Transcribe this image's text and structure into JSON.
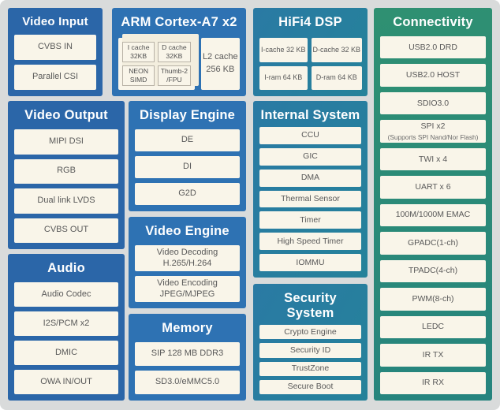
{
  "diagram_title": "SoC block diagram",
  "colors": {
    "canvas_bg": "#d9dbdb",
    "panel_blue_dark": "#2b66a8",
    "panel_blue": "#2e72b3",
    "panel_teal": "#25829a",
    "panel_green_top": "#2f9072",
    "panel_green_bottom": "#26847e",
    "block_bg": "#f9f5e9",
    "block_text": "#595959",
    "title_text": "#ffffff"
  },
  "video_input": {
    "title": "Video Input",
    "items": [
      "CVBS IN",
      "Parallel CSI"
    ]
  },
  "arm": {
    "title": "ARM Cortex-A7 x2",
    "caches": [
      {
        "l1": "I cache",
        "l2": "32KB"
      },
      {
        "l1": "D cache",
        "l2": "32KB"
      },
      {
        "l1": "NEON",
        "l2": "SIMD"
      },
      {
        "l1": "Thumb-2",
        "l2": "/FPU"
      }
    ],
    "l2cache": {
      "l1": "L2 cache",
      "l2": "256 KB"
    }
  },
  "hifi": {
    "title": "HiFi4 DSP",
    "items": [
      "I-cache 32 KB",
      "D-cache 32 KB",
      "I-ram 64 KB",
      "D-ram 64 KB"
    ]
  },
  "connectivity": {
    "title": "Connectivity",
    "items_top": [
      "USB2.0 DRD",
      "USB2.0 HOST",
      "SDIO3.0"
    ],
    "spi": {
      "l1": "SPI x2",
      "l2": "(Supports SPI Nand/Nor Flash)"
    },
    "items_bottom": [
      "TWI x 4",
      "UART x 6",
      "100M/1000M EMAC",
      "GPADC(1-ch)",
      "TPADC(4-ch)",
      "PWM(8-ch)",
      "LEDC",
      "IR TX",
      "IR RX"
    ]
  },
  "video_output": {
    "title": "Video Output",
    "items": [
      "MIPI DSI",
      "RGB",
      "Dual link LVDS",
      "CVBS OUT"
    ]
  },
  "display_engine": {
    "title": "Display Engine",
    "items": [
      "DE",
      "DI",
      "G2D"
    ]
  },
  "internal_system": {
    "title": "Internal System",
    "items": [
      "CCU",
      "GIC",
      "DMA",
      "Thermal Sensor",
      "Timer",
      "High Speed Timer",
      "IOMMU"
    ]
  },
  "audio": {
    "title": "Audio",
    "items": [
      "Audio Codec",
      "I2S/PCM x2",
      "DMIC",
      "OWA IN/OUT"
    ]
  },
  "video_engine": {
    "title": "Video Engine",
    "items": [
      {
        "l1": "Video Decoding",
        "l2": "H.265/H.264"
      },
      {
        "l1": "Video Encoding",
        "l2": "JPEG/MJPEG"
      }
    ]
  },
  "memory": {
    "title": "Memory",
    "items": [
      "SIP 128 MB DDR3",
      "SD3.0/eMMC5.0"
    ]
  },
  "security": {
    "title": "Security System",
    "items": [
      "Crypto Engine",
      "Security ID",
      "TrustZone",
      "Secure Boot"
    ]
  }
}
